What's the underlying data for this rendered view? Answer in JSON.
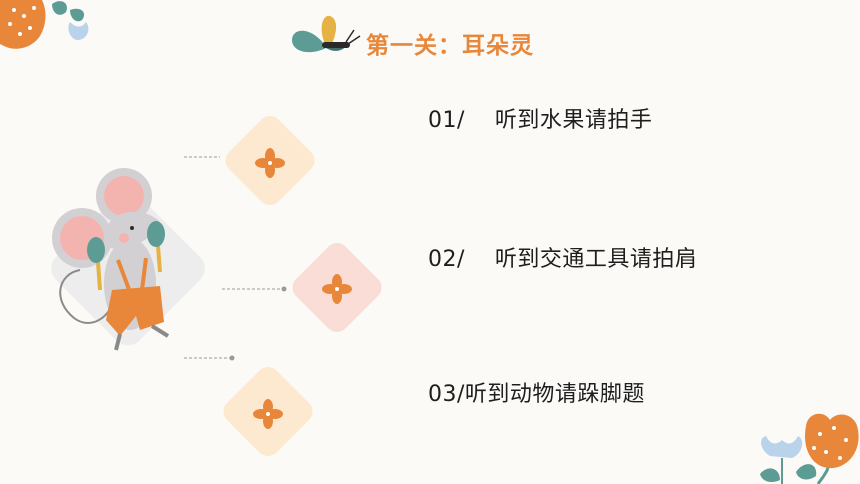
{
  "colors": {
    "background": "#fbfaf6",
    "accent_orange": "#e8873a",
    "tile_peach": "#fde8d0",
    "tile_pink": "#f9ddd6",
    "mouse_gray": "#d2d0d2",
    "mouse_pink": "#f3b4b0",
    "leaf_teal": "#5d9c95",
    "flower_blue": "#b9d3ea",
    "title_color": "#e8873a"
  },
  "slide": {
    "title": "第一关：耳朵灵",
    "items": [
      {
        "num": "01/",
        "text": "听到水果请拍手",
        "spaced": true
      },
      {
        "num": "02/",
        "text": "听到交通工具请拍肩",
        "spaced": true
      },
      {
        "num": "03/",
        "text": "听到动物请跺脚题",
        "spaced": false
      }
    ]
  },
  "icons": {
    "title_decoration": "butterfly-icon",
    "corner_decoration": "flower-icon",
    "tile_marker": "four-petal-flower-icon",
    "illustration": "mouse-with-maracas-illustration"
  }
}
